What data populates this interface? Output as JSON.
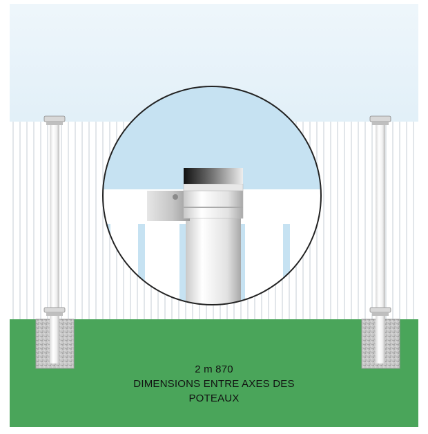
{
  "caption": {
    "dimension": "2 m 870",
    "line1": "DIMENSIONS ENTRE AXES DES",
    "line2": "POTEAUX"
  },
  "colors": {
    "sky_top": "#e9f4fb",
    "sky_bottom": "#cfe6f4",
    "fence_white": "#ffffff",
    "grass": "#4aa55a",
    "concrete": "#c8c8c8",
    "post": "#f2f2f2",
    "detail_bg": "#c7e3f3",
    "outline": "#222222"
  },
  "icons": {
    "left_post": "fence-post",
    "right_post": "fence-post",
    "detail": "magnified-post-cap-with-bracket"
  }
}
